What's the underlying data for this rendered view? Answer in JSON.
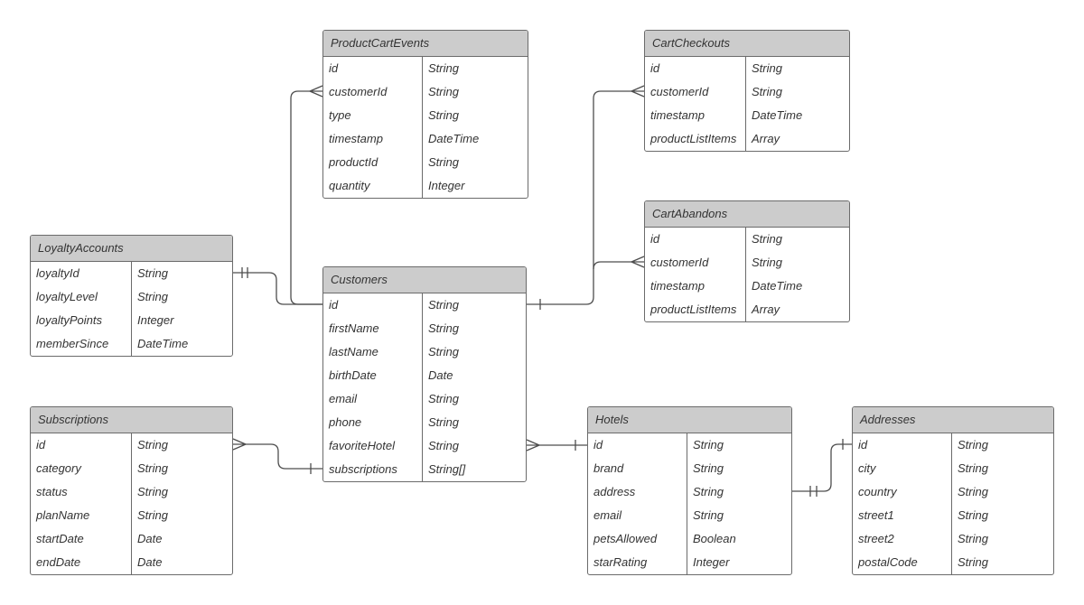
{
  "diagram": {
    "kind": "entity-relationship",
    "colors": {
      "header_fill": "#cccccc",
      "entity_border": "#6b6b6b",
      "connector_line": "#4d4d4d",
      "text": "#333333",
      "background": "#ffffff"
    }
  },
  "entities": [
    {
      "title": "ProductCartEvents",
      "fields": [
        {
          "name": "id",
          "type": "String"
        },
        {
          "name": "customerId",
          "type": "String"
        },
        {
          "name": "type",
          "type": "String"
        },
        {
          "name": "timestamp",
          "type": "DateTime"
        },
        {
          "name": "productId",
          "type": "String"
        },
        {
          "name": "quantity",
          "type": "Integer"
        }
      ]
    },
    {
      "title": "CartCheckouts",
      "fields": [
        {
          "name": "id",
          "type": "String"
        },
        {
          "name": "customerId",
          "type": "String"
        },
        {
          "name": "timestamp",
          "type": "DateTime"
        },
        {
          "name": "productListItems",
          "type": "Array"
        }
      ]
    },
    {
      "title": "CartAbandons",
      "fields": [
        {
          "name": "id",
          "type": "String"
        },
        {
          "name": "customerId",
          "type": "String"
        },
        {
          "name": "timestamp",
          "type": "DateTime"
        },
        {
          "name": "productListItems",
          "type": "Array"
        }
      ]
    },
    {
      "title": "LoyaltyAccounts",
      "fields": [
        {
          "name": "loyaltyId",
          "type": "String"
        },
        {
          "name": "loyaltyLevel",
          "type": "String"
        },
        {
          "name": "loyaltyPoints",
          "type": "Integer"
        },
        {
          "name": "memberSince",
          "type": "DateTime"
        }
      ]
    },
    {
      "title": "Customers",
      "fields": [
        {
          "name": "id",
          "type": "String"
        },
        {
          "name": "firstName",
          "type": "String"
        },
        {
          "name": "lastName",
          "type": "String"
        },
        {
          "name": "birthDate",
          "type": "Date"
        },
        {
          "name": "email",
          "type": "String"
        },
        {
          "name": "phone",
          "type": "String"
        },
        {
          "name": "favoriteHotel",
          "type": "String"
        },
        {
          "name": "subscriptions",
          "type": "String[]"
        }
      ]
    },
    {
      "title": "Subscriptions",
      "fields": [
        {
          "name": "id",
          "type": "String"
        },
        {
          "name": "category",
          "type": "String"
        },
        {
          "name": "status",
          "type": "String"
        },
        {
          "name": "planName",
          "type": "String"
        },
        {
          "name": "startDate",
          "type": "Date"
        },
        {
          "name": "endDate",
          "type": "Date"
        }
      ]
    },
    {
      "title": "Hotels",
      "fields": [
        {
          "name": "id",
          "type": "String"
        },
        {
          "name": "brand",
          "type": "String"
        },
        {
          "name": "address",
          "type": "String"
        },
        {
          "name": "email",
          "type": "String"
        },
        {
          "name": "petsAllowed",
          "type": "Boolean"
        },
        {
          "name": "starRating",
          "type": "Integer"
        }
      ]
    },
    {
      "title": "Addresses",
      "fields": [
        {
          "name": "id",
          "type": "String"
        },
        {
          "name": "city",
          "type": "String"
        },
        {
          "name": "country",
          "type": "String"
        },
        {
          "name": "street1",
          "type": "String"
        },
        {
          "name": "street2",
          "type": "String"
        },
        {
          "name": "postalCode",
          "type": "String"
        }
      ]
    }
  ],
  "relationships": [
    {
      "from": "Customers",
      "to": "ProductCartEvents",
      "from_marker": "none",
      "to_marker": "many"
    },
    {
      "from": "LoyaltyAccounts",
      "to": "Customers",
      "from_marker": "one-exactly",
      "to_marker": "none"
    },
    {
      "from": "Customers",
      "to": "CartCheckouts",
      "from_marker": "one",
      "to_marker": "many"
    },
    {
      "from": "Customers",
      "to": "CartAbandons",
      "from_marker": "one",
      "to_marker": "many"
    },
    {
      "from": "Subscriptions",
      "to": "Customers",
      "from_marker": "many",
      "to_marker": "one"
    },
    {
      "from": "Customers",
      "to": "Hotels",
      "from_marker": "many",
      "to_marker": "one"
    },
    {
      "from": "Hotels",
      "to": "Addresses",
      "from_marker": "one-exactly",
      "to_marker": "one"
    }
  ]
}
